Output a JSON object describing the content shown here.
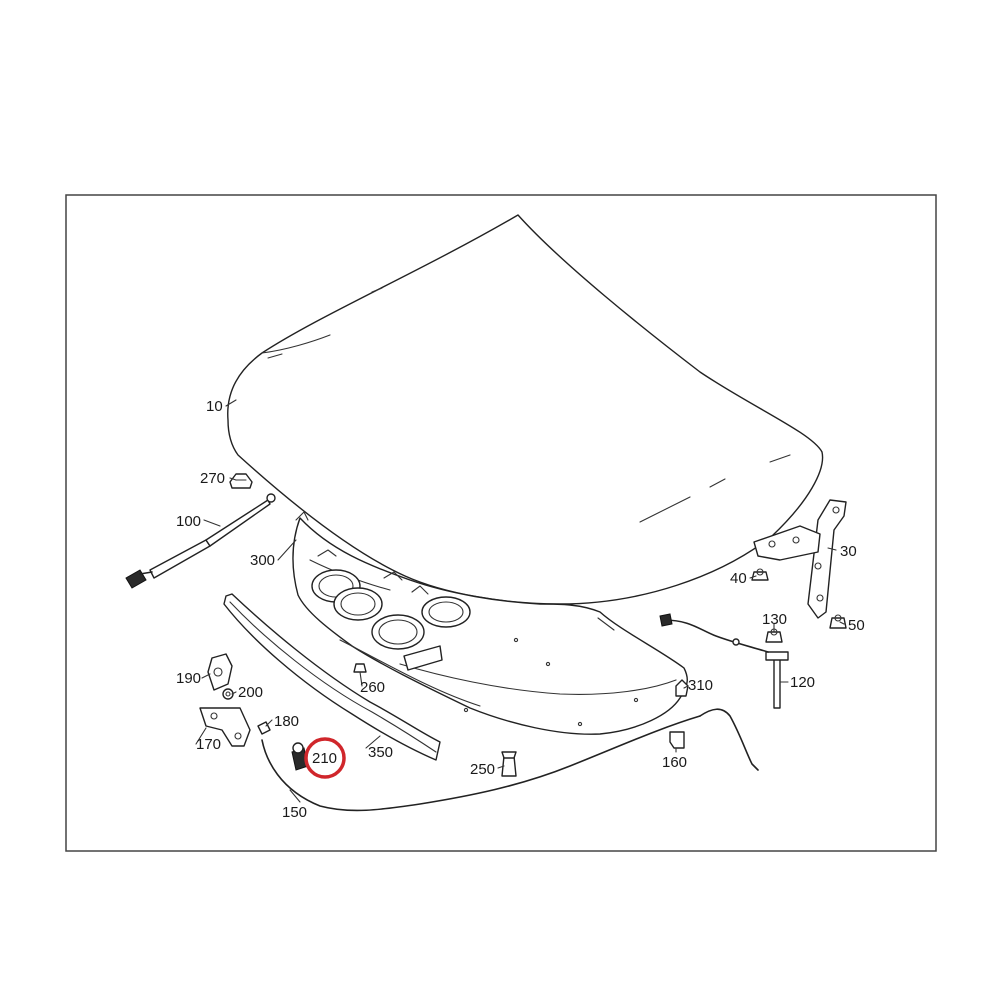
{
  "callouts": {
    "p10": "10",
    "p270": "270",
    "p100": "100",
    "p300": "300",
    "p30": "30",
    "p40": "40",
    "p130": "130",
    "p50": "50",
    "p120": "120",
    "p260": "260",
    "p190": "190",
    "p200": "200",
    "p180": "180",
    "p170": "170",
    "p210": "210",
    "p350": "350",
    "p310": "310",
    "p250": "250",
    "p160": "160",
    "p150": "150"
  },
  "highlight": {
    "part": "210",
    "color": "#d0262b"
  },
  "colors": {
    "line": "#222222",
    "frame": "#444444"
  }
}
